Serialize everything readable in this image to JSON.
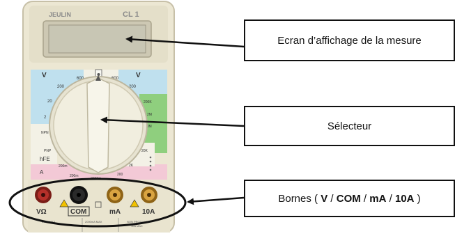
{
  "multimeter": {
    "brand": "JEULIN",
    "model": "CL 1",
    "dial_labels": {
      "v_dc": "V",
      "v_ac": "V",
      "v600_left": "600",
      "v600_right": "600",
      "d200_l": "200",
      "d20_l": "20",
      "d2_l": "2",
      "npn": "NPN",
      "pnp": "PNP",
      "hfe": "hFE",
      "d200m_l": "200m",
      "d2000m": "2000m",
      "d200_r": "200",
      "d200k": "200K",
      "d2m": "2M",
      "d20k": "20K",
      "d2k": "2K",
      "d200r": "200",
      "d20m": "20M",
      "d200m_r": "200m",
      "a_label": "A"
    },
    "terminals": {
      "v_ohm": "VΩ",
      "com": "COM",
      "ma": "mA",
      "a10": "10A",
      "small_1": "600V MAX",
      "small_2": "2000mA MAX",
      "small_3": "FUSIBLE",
      "small_4": "NON PROTEGE",
      "small_5": "10A MAX"
    }
  },
  "callouts": {
    "display": "Ecran d’affichage de la mesure",
    "selector": "Sélecteur",
    "terminals_prefix": "Bornes ( ",
    "t_v": "V",
    "sep1": " / ",
    "t_com": "COM",
    "sep2": " / ",
    "t_ma": "mA",
    "sep3": " / ",
    "t_10a": "10A",
    "terminals_suffix": " )"
  },
  "colors": {
    "body": "#ece7d3",
    "bezel": "#d9d4bf",
    "lcd": "#c8c6b4",
    "blue_zone": "#bfe0ee",
    "green_zone": "#8fcf7e",
    "pink_zone": "#f3c9d6",
    "knob": "#f1eedf",
    "jack_red": "#b5302a",
    "jack_black": "#2a2a2a",
    "jack_gold": "#d9a441"
  }
}
